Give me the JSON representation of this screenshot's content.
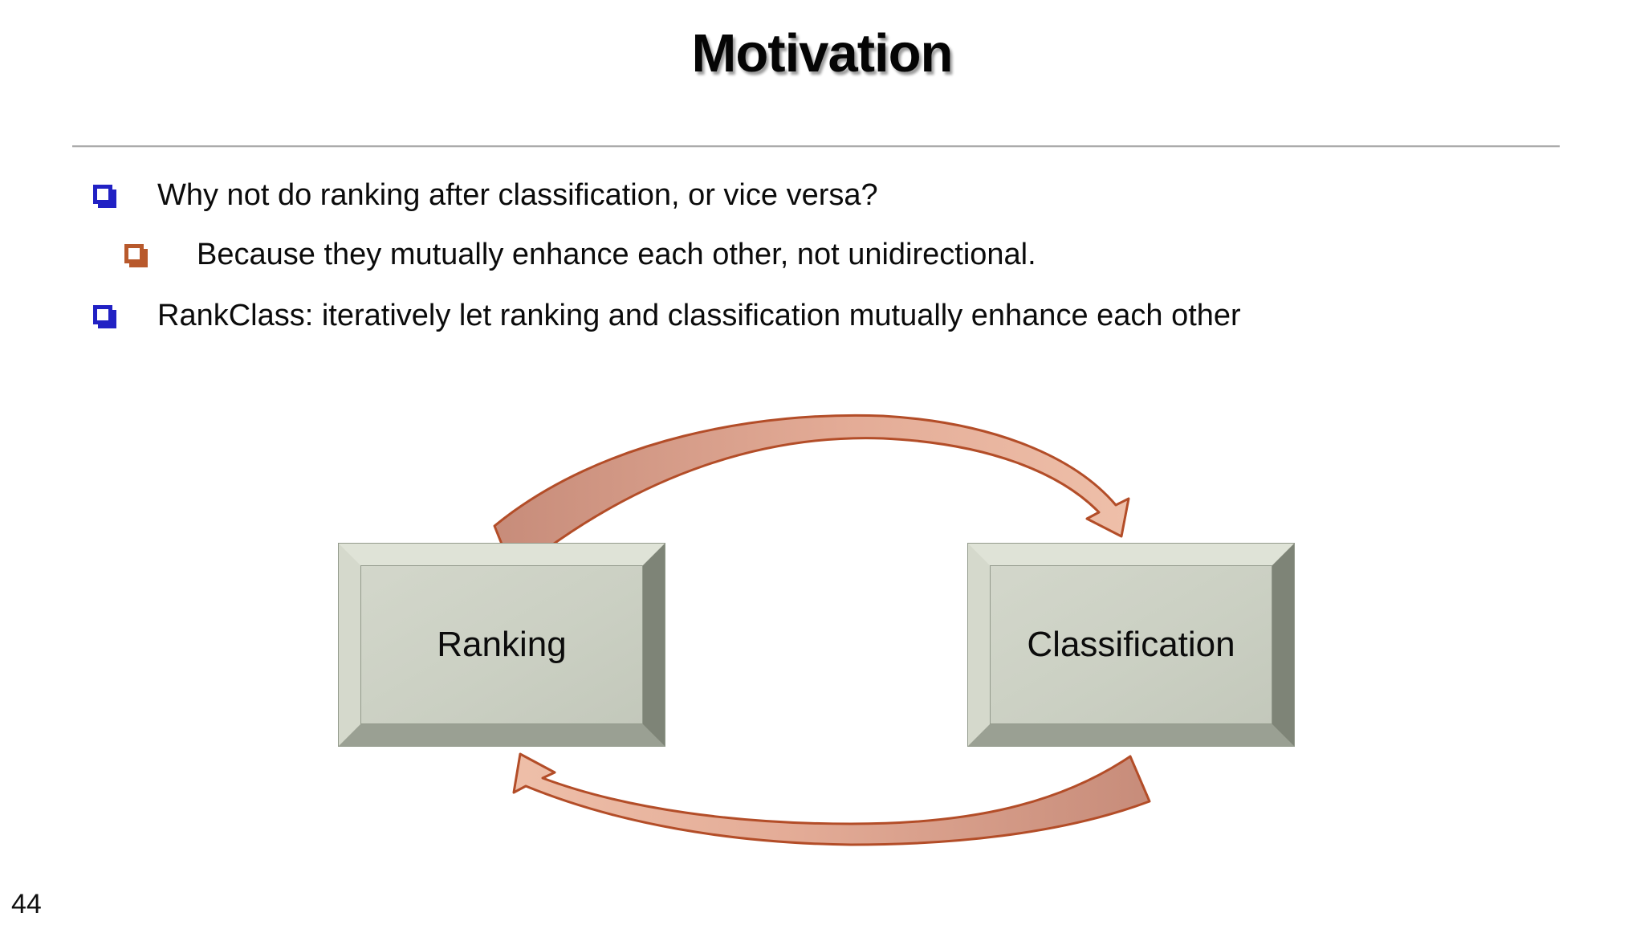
{
  "slide": {
    "title": "Motivation",
    "page_number": "44",
    "bullets": [
      {
        "level": 1,
        "bullet_color": "#2121c4",
        "text": "Why not do ranking after classification, or vice versa?"
      },
      {
        "level": 2,
        "bullet_color": "#b8592c",
        "text": "Because they mutually enhance each other, not unidirectional."
      },
      {
        "level": 1,
        "bullet_color": "#2121c4",
        "text": "RankClass: iteratively let ranking and classification mutually enhance each other"
      }
    ],
    "diagram": {
      "nodes": [
        {
          "label": "Ranking"
        },
        {
          "label": "Classification"
        }
      ],
      "arrows": [
        {
          "name": "top-arrow",
          "from": "Ranking",
          "to": "Classification",
          "direction": "left-to-right over the top"
        },
        {
          "name": "bottom-arrow",
          "from": "Classification",
          "to": "Ranking",
          "direction": "right-to-left under the bottom"
        }
      ],
      "colors": {
        "arrow_fill_light": "#eebfa9",
        "arrow_fill_dark": "#c78c7a",
        "arrow_stroke": "#b34d28",
        "box_face": "#cdd1c5",
        "box_bevel_light": "#dfe3d7",
        "box_bevel_dark": "#7e8477",
        "box_outline": "#939a8c"
      }
    }
  }
}
